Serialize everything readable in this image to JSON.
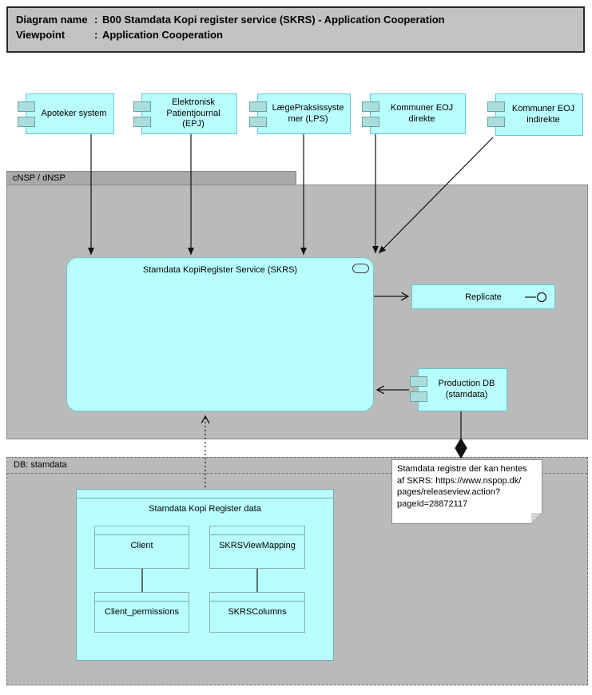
{
  "header": {
    "colon": ":",
    "rows": [
      {
        "label": "Diagram name",
        "value": "B00 Stamdata Kopi register service (SKRS) - Application Cooperation"
      },
      {
        "label": "Viewpoint",
        "value": "Application Cooperation"
      }
    ]
  },
  "groups": {
    "cnsp": {
      "label": "cNSP / dNSP"
    },
    "db": {
      "label": "DB: stamdata"
    }
  },
  "components": {
    "apoteker": {
      "label": "Apoteker system"
    },
    "epj": {
      "label": "Elektronisk\nPatientjournal\n(EPJ)"
    },
    "lps": {
      "label": "LægePraksissyste\nmer (LPS)"
    },
    "eoj_direkte": {
      "label": "Kommuner EOJ\ndirekte"
    },
    "eoj_indirekte": {
      "label": "Kommuner EOJ\nindirekte"
    },
    "production_db": {
      "label": "Production DB\n(stamdata)"
    }
  },
  "service": {
    "label": "Stamdata KopiRegister Service (SKRS)"
  },
  "replicate": {
    "label": "Replicate"
  },
  "data_model": {
    "title": "Stamdata Kopi Register data",
    "tables": [
      "Client",
      "SKRSViewMapping",
      "Client_permissions",
      "SKRSColumns"
    ]
  },
  "note": {
    "text": "Stamdata registre der kan hentes\naf SKRS: https://www.nspop.dk/\npages/releaseview.action?\npageId=28872117"
  },
  "edges": [
    {
      "from": "Apoteker system",
      "to": "Stamdata KopiRegister Service (SKRS)",
      "type": "arrow"
    },
    {
      "from": "Elektronisk Patientjournal (EPJ)",
      "to": "Stamdata KopiRegister Service (SKRS)",
      "type": "arrow"
    },
    {
      "from": "LægePraksissystemer (LPS)",
      "to": "Stamdata KopiRegister Service (SKRS)",
      "type": "arrow"
    },
    {
      "from": "Kommuner EOJ direkte",
      "to": "Stamdata KopiRegister Service (SKRS)",
      "type": "arrow"
    },
    {
      "from": "Kommuner EOJ indirekte",
      "to": "Stamdata KopiRegister Service (SKRS)",
      "type": "arrow"
    },
    {
      "from": "Stamdata KopiRegister Service (SKRS)",
      "to": "Replicate",
      "type": "arrow"
    },
    {
      "from": "Production DB (stamdata)",
      "to": "Stamdata KopiRegister Service (SKRS)",
      "type": "arrow"
    },
    {
      "from": "Production DB (stamdata)",
      "to": "note",
      "type": "diamond-line"
    },
    {
      "from": "Stamdata Kopi Register data",
      "to": "Stamdata KopiRegister Service (SKRS)",
      "type": "dotted-dependency"
    },
    {
      "from": "Client",
      "to": "Client_permissions",
      "type": "line"
    },
    {
      "from": "SKRSViewMapping",
      "to": "SKRSColumns",
      "type": "line"
    }
  ],
  "colors": {
    "component_fill": "#b9feff",
    "component_border": "#66c6d2",
    "component_icon_fill": "#abdddd",
    "group_fill": "#bababa",
    "group_tab_fill": "#a9a9a9",
    "header_fill": "#c2c2c2",
    "note_fill": "#ffffff",
    "connector": "#111111"
  }
}
